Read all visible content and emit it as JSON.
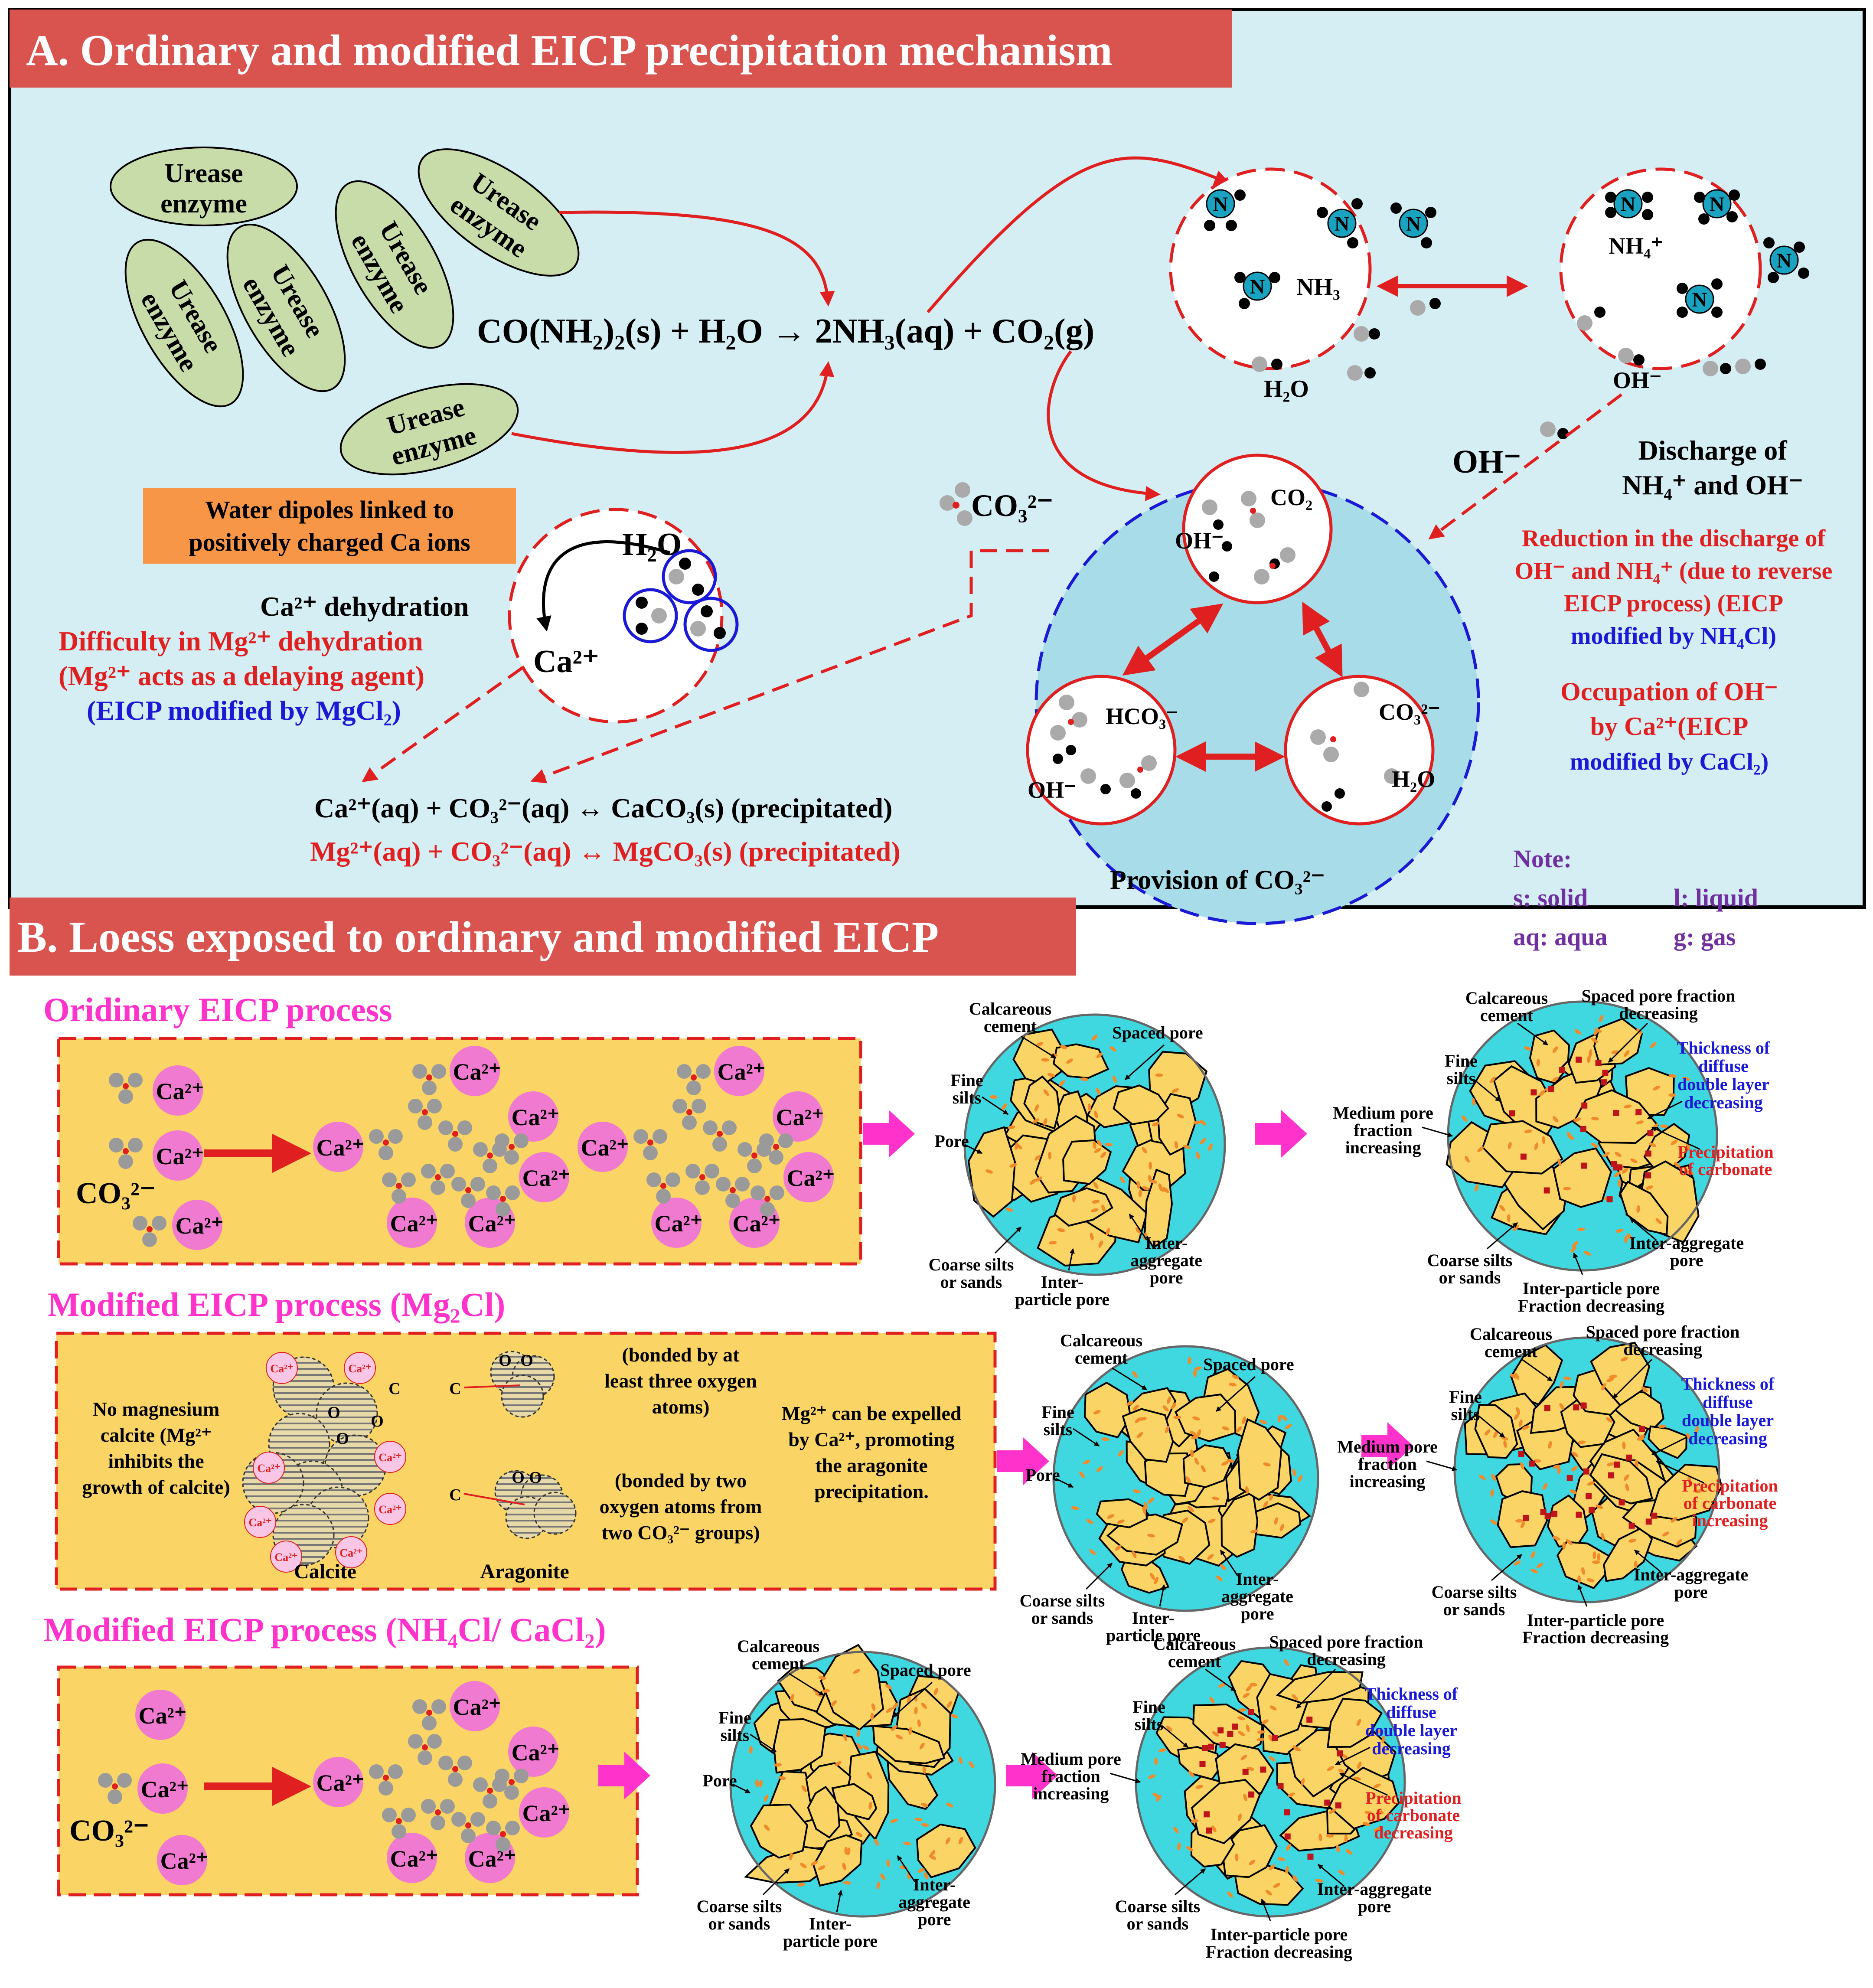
{
  "colors": {
    "header_red": "#d9534f",
    "panel_bg": "#d5eef4",
    "grain": "#fad565",
    "cyan_fill": "#40d8e0",
    "magenta": "#ff33cc",
    "dark_red": "#e02020",
    "blue": "#1a1ad6",
    "purple": "#7030a0",
    "pink_ion": "#f07ad0",
    "nitrogen": "#1aa3c0",
    "orange_box": "#f79646"
  },
  "section_a": {
    "title": "A. Ordinary and modified EICP precipitation mechanism",
    "enzymes": [
      "Urease",
      "enzyme"
    ],
    "reaction_main": "CO(NH₂)₂(s) + H₂O → 2NH₃(aq) + CO₂(g)",
    "circle_nh3": {
      "n": "N",
      "nh3": "NH₃",
      "h2o": "H₂O"
    },
    "circle_nh4": {
      "n": "N",
      "nh4": "NH₄⁺",
      "oh": "OH⁻"
    },
    "oh_label": "OH⁻",
    "discharge": [
      "Discharge of",
      "NH₄⁺ and OH⁻"
    ],
    "reduction_note": [
      "Reduction in the discharge of",
      "OH⁻ and NH₄⁺ (due to reverse",
      "EICP process) (EICP"
    ],
    "reduction_note_blue": "modified by NH₄Cl)",
    "occupation_note": [
      "Occupation of OH⁻",
      "by Ca²⁺(EICP"
    ],
    "occupation_note_blue": "modified by CaCl₂)",
    "water_dipole_box": [
      "Water dipoles linked to",
      "positively charged  Ca ions"
    ],
    "h2o_label": "H₂O",
    "ca_label": "Ca²⁺",
    "co3_label": "CO₃²⁻",
    "ca_dehydration": "Ca²⁺ dehydration",
    "mg_notes": [
      "Difficulty in Mg²⁺ dehydration",
      "(Mg²⁺ acts as a delaying agent)"
    ],
    "mg_note_blue": "(EICP modified by MgCl₂)",
    "provision_circles": {
      "top_oh": "OH⁻",
      "top_co2": "CO₂",
      "left_hco3": "HCO₃⁻",
      "left_oh": "OH⁻",
      "right_co3": "CO₃²⁻",
      "right_h2o": "H₂O"
    },
    "provision_label": "Provision of CO₃²⁻",
    "eq_ca": "Ca²⁺(aq) + CO₃²⁻(aq) ↔ CaCO₃(s) (precipitated)",
    "eq_mg": "Mg²⁺(aq) + CO₃²⁻(aq) ↔ MgCO₃(s) (precipitated)",
    "note": {
      "title": "Note:",
      "s": "s: solid",
      "l": "l: liquid",
      "aq": "aq: aqua",
      "g": "g: gas"
    }
  },
  "section_b": {
    "title": "B. Loess exposed to ordinary and modified EICP",
    "ordinary_title": "Oridinary EICP process",
    "mg_title": "Modified EICP process (Mg₂Cl)",
    "nh4_title": "Modified EICP process (NH₄Cl/ CaCl₂)",
    "ca": "Ca²⁺",
    "co3": "CO₃²⁻",
    "mg_box": {
      "left": [
        "No magnesium",
        "calcite (Mg²⁺",
        "inhibits the",
        "growth of calcite)"
      ],
      "calcite": "Calcite",
      "aragonite": "Aragonite",
      "bond3": [
        "(bonded by at",
        "least three oxygen",
        "atoms)"
      ],
      "bond2": [
        "(bonded by two",
        "oxygen atoms from",
        "two CO₃²⁻ groups)"
      ],
      "expel": [
        "Mg²⁺ can be expelled",
        "by Ca²⁺, promoting",
        "the aragonite",
        "precipitation."
      ],
      "o": "O",
      "c": "C"
    },
    "labels": {
      "calcareous": [
        "Calcareous",
        "cement"
      ],
      "spaced": "Spaced pore",
      "fine": [
        "Fine",
        "silts"
      ],
      "pore": "Pore",
      "coarse": [
        "Coarse silts",
        "or sands"
      ],
      "inter_particle": [
        "Inter-",
        "particle pore"
      ],
      "inter_aggregate": [
        "Inter-",
        "aggregate",
        "pore"
      ],
      "spaced_dec": [
        "Spaced pore fraction",
        "decreasing"
      ],
      "thickness": [
        "Thickness of",
        "diffuse",
        "double layer",
        "decreasing"
      ],
      "medium": [
        "Medium pore",
        "fraction",
        "increasing"
      ],
      "precip_ord": [
        "Precipitation",
        "of carbonate"
      ],
      "precip_inc": [
        "Precipitation",
        "of carbonate",
        "increasing"
      ],
      "precip_dec": [
        "Precipitation",
        "of carbonate",
        "decreasing"
      ],
      "inter_aggregate_r": [
        "Inter-aggregate",
        "pore"
      ],
      "inter_particle_r": [
        "Inter-particle pore",
        "Fraction decreasing"
      ]
    }
  }
}
